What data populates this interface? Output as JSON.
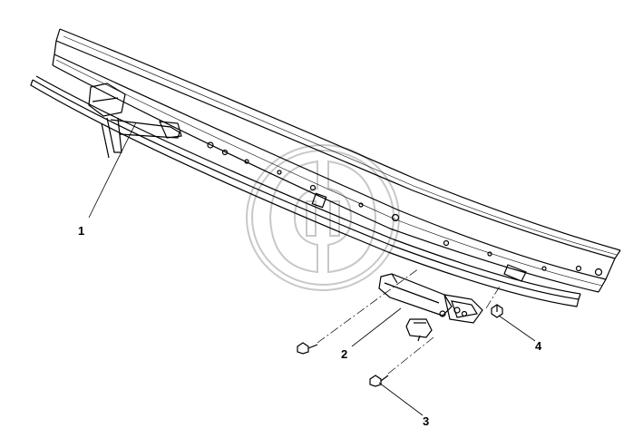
{
  "diagram": {
    "callouts": [
      {
        "id": "callout-1",
        "label": "1"
      },
      {
        "id": "callout-2",
        "label": "2"
      },
      {
        "id": "callout-3",
        "label": "3"
      },
      {
        "id": "callout-4",
        "label": "4"
      }
    ],
    "colors": {
      "line": "#000000",
      "watermark": "#c8c8c8",
      "background": "#ffffff"
    },
    "icons": {
      "watermark": "gd-logo-watermark"
    }
  }
}
